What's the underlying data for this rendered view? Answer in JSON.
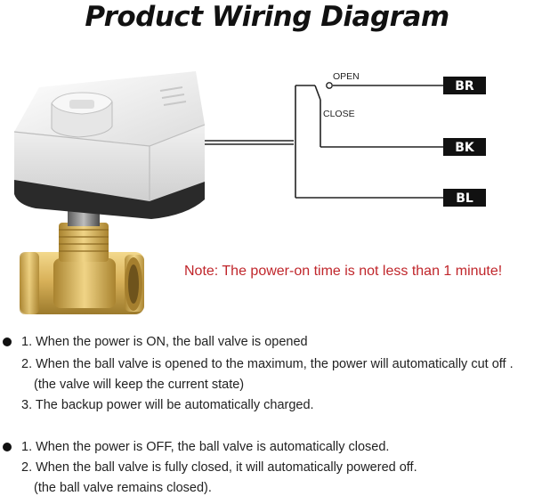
{
  "title": "Product Wiring Diagram",
  "switch": {
    "open_label": "OPEN",
    "close_label": "CLOSE"
  },
  "wires": [
    {
      "label": "BR"
    },
    {
      "label": "BK"
    },
    {
      "label": "BL"
    }
  ],
  "note": "Note: The power-on time is not less than 1 minute!",
  "power_on_steps": [
    "1. When the power is ON, the ball valve is opened",
    "2. When the ball valve is opened to the maximum, the power will automatically cut off .",
    "(the valve will keep the current state)",
    "3. The backup power will be automatically charged."
  ],
  "power_off_steps": [
    "1. When the power is OFF, the ball valve is automatically closed.",
    "2. When the ball valve is fully closed, it will automatically powered off.",
    "(the ball valve remains closed)."
  ],
  "colors": {
    "note": "#c0262b",
    "brass": "#d9b25a",
    "housing": "#ececec",
    "base": "#2a2a2a"
  }
}
